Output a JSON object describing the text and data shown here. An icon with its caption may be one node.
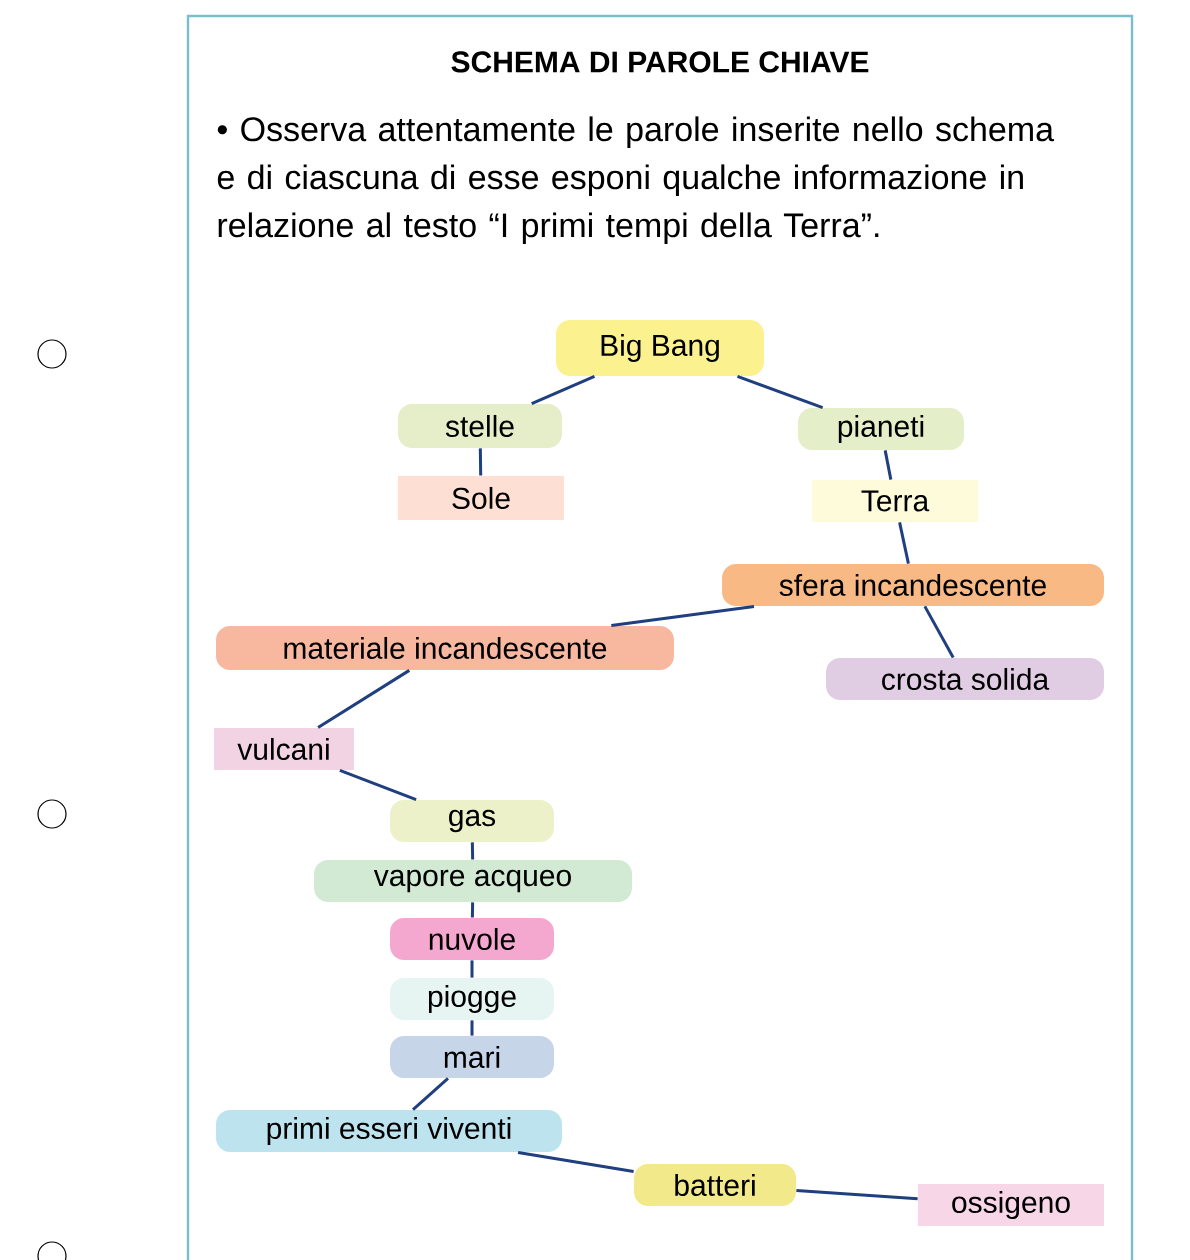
{
  "diagram": {
    "title": "SCHEMA DI PAROLE CHIAVE",
    "nodes": [
      {
        "text": [
          "Big Bang"
        ]
      },
      {
        "text": [
          "stelle"
        ]
      },
      {
        "text": [
          "pianeti"
        ]
      },
      {
        "text": [
          "Sole"
        ]
      },
      {
        "text": [
          "Terra"
        ]
      },
      {
        "text": [
          "sfera incandescente"
        ]
      },
      {
        "text": [
          "materiale incandescente"
        ]
      },
      {
        "text": [
          "crosta solida"
        ]
      },
      {
        "text": [
          "vulcani"
        ]
      },
      {
        "text": [
          "gas"
        ]
      },
      {
        "text": [
          "vapore acqueo"
        ]
      },
      {
        "text": [
          "nuvole"
        ]
      },
      {
        "text": [
          "piogge"
        ]
      },
      {
        "text": [
          "mari"
        ]
      },
      {
        "text": [
          "primi esseri viventi"
        ]
      },
      {
        "text": [
          "batteri"
        ]
      },
      {
        "text": [
          "ossigeno"
        ]
      }
    ],
    "edges": [
      {
        "from": 0,
        "to": 1,
        "arrow": "none"
      },
      {
        "from": 0,
        "to": 2,
        "arrow": "none"
      },
      {
        "from": 1,
        "to": 3,
        "arrow": "none"
      },
      {
        "from": 2,
        "to": 4,
        "arrow": "none"
      },
      {
        "from": 4,
        "to": 5,
        "arrow": "none"
      },
      {
        "from": 5,
        "to": 6,
        "arrow": "none"
      },
      {
        "from": 5,
        "to": 7,
        "arrow": "none"
      },
      {
        "from": 6,
        "to": 8,
        "arrow": "none"
      },
      {
        "from": 8,
        "to": 9,
        "arrow": "none"
      },
      {
        "from": 9,
        "to": 10,
        "arrow": "none"
      },
      {
        "from": 10,
        "to": 11,
        "arrow": "none"
      },
      {
        "from": 11,
        "to": 12,
        "arrow": "none"
      },
      {
        "from": 12,
        "to": 13,
        "arrow": "none"
      },
      {
        "from": 13,
        "to": 14,
        "arrow": "none"
      },
      {
        "from": 14,
        "to": 15,
        "arrow": "none"
      },
      {
        "from": 15,
        "to": 16,
        "arrow": "none"
      }
    ],
    "labels": [
      "• Osserva attentamente le parole inserite nello schema e di ciascuna di esse esponi qualche informazione in relazione al testo “I primi tempi della Terra”."
    ]
  }
}
